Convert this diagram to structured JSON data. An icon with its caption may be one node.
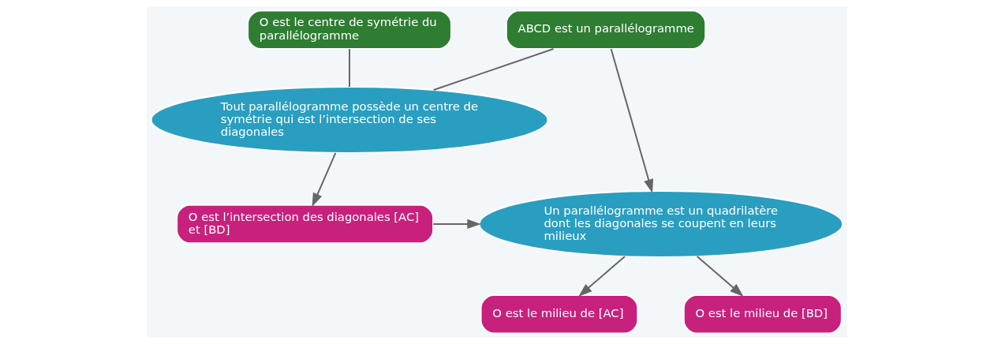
{
  "diagram": {
    "nodes": [
      {
        "text": [
          "O est le centre de symétrie du parallélogramme"
        ]
      },
      {
        "text": [
          "ABCD est un parallélogramme"
        ]
      },
      {
        "text": [
          "Tout parallélogramme possède un centre de symétrie qui est l’intersection de ses diagonales"
        ]
      },
      {
        "text": [
          "O est l’intersection des diagonales [AC]  et [BD]"
        ]
      },
      {
        "text": [
          "Un parallélogramme est un quadrilatère dont les diagonales se coupent en leurs milieux"
        ]
      },
      {
        "text": [
          "O est le milieu de [AC]"
        ]
      },
      {
        "text": [
          "O est le milieu de [BD]"
        ]
      }
    ],
    "edges": [
      {
        "from": 0,
        "to": 2,
        "arrow": "none"
      },
      {
        "from": 1,
        "to": 2,
        "arrow": "none"
      },
      {
        "from": 1,
        "to": 4,
        "arrow": "to"
      },
      {
        "from": 2,
        "to": 3,
        "arrow": "to"
      },
      {
        "from": 3,
        "to": 4,
        "arrow": "to"
      },
      {
        "from": 4,
        "to": 5,
        "arrow": "to"
      },
      {
        "from": 4,
        "to": 6,
        "arrow": "to"
      }
    ]
  }
}
